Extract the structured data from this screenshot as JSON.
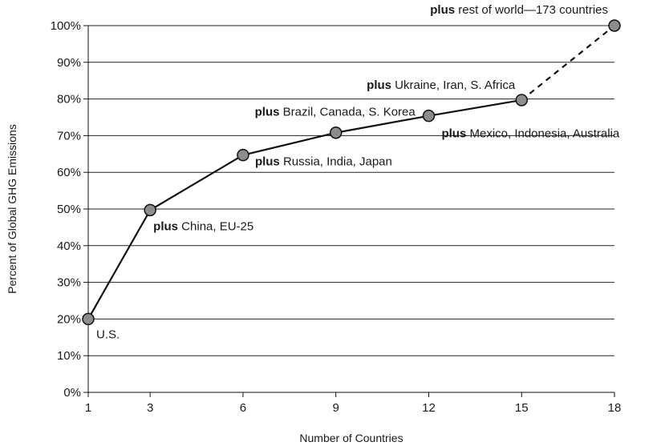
{
  "chart_data": {
    "type": "line",
    "xlabel": "Number of Countries",
    "ylabel": "Percent of Global GHG Emissions",
    "xlim": [
      1,
      18
    ],
    "ylim": [
      0,
      100
    ],
    "grid": "horizontal",
    "x_ticks": [
      "1",
      "3",
      "6",
      "9",
      "12",
      "15",
      "18"
    ],
    "y_ticks": [
      "0%",
      "10%",
      "20%",
      "30%",
      "40%",
      "50%",
      "60%",
      "70%",
      "80%",
      "90%",
      "100%"
    ],
    "series": [
      {
        "points": [
          {
            "x": 1,
            "y": 20
          },
          {
            "x": 3,
            "y": 49.7
          },
          {
            "x": 6,
            "y": 64.7
          },
          {
            "x": 9,
            "y": 70.8
          },
          {
            "x": 12,
            "y": 75.4
          },
          {
            "x": 15,
            "y": 79.7
          }
        ],
        "line_style": "solid"
      },
      {
        "points": [
          {
            "x": 15,
            "y": 79.7
          },
          {
            "x": 18,
            "y": 100
          }
        ],
        "line_style": "dashed"
      }
    ],
    "annotations": [
      {
        "x": 1,
        "y": 20,
        "bold": "",
        "text": "U.S."
      },
      {
        "x": 3,
        "y": 49.7,
        "bold": "plus",
        "text": " China, EU-25"
      },
      {
        "x": 6,
        "y": 64.7,
        "bold": "plus",
        "text": " Russia, India, Japan"
      },
      {
        "x": 9,
        "y": 70.8,
        "bold": "plus",
        "text": " Brazil, Canada, S. Korea"
      },
      {
        "x": 12,
        "y": 75.4,
        "bold": "plus",
        "text": "  Mexico, Indonesia, Australia"
      },
      {
        "x": 15,
        "y": 79.7,
        "bold": "plus",
        "text": " Ukraine, Iran, S. Africa"
      },
      {
        "x": 18,
        "y": 100,
        "bold": "plus",
        "text": " rest of world—173 countries"
      }
    ],
    "colors": {
      "marker": "#8c8c8c",
      "line": "#111111",
      "grid": "#222222"
    }
  }
}
